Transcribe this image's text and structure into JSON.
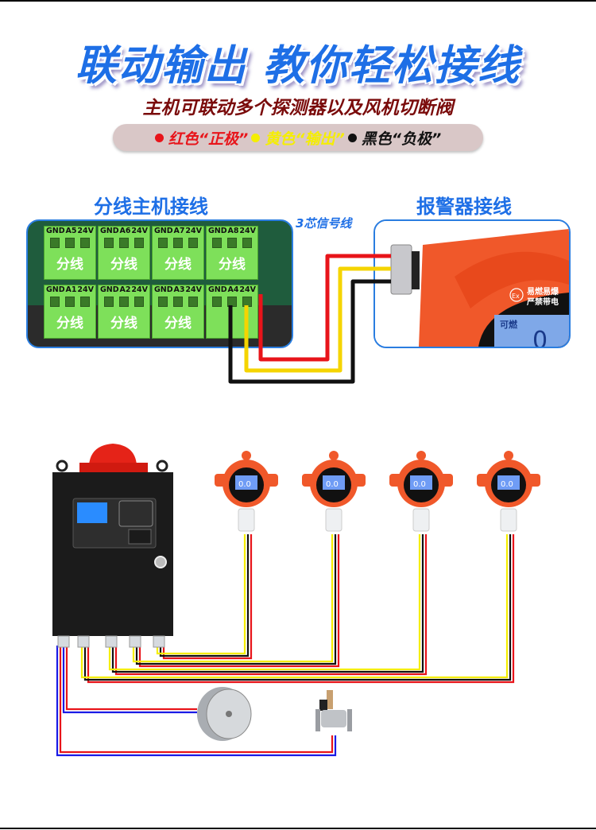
{
  "header": {
    "title": "联动输出 教你轻松接线",
    "subtitle": "主机可联动多个探测器以及风机切断阀",
    "legend": [
      {
        "label": "红色“正极”",
        "color": "#e8141a",
        "dot": "#e8141a"
      },
      {
        "label": "黄色“输出”",
        "color": "#f5ee00",
        "dot": "#f5ee00"
      },
      {
        "label": "黑色“负极”",
        "color": "#111111",
        "dot": "#111111"
      }
    ]
  },
  "wiring_section": {
    "host_title": "分线主机接线",
    "alarm_title": "报警器接线",
    "cable_label": "3芯信号线",
    "terminals_top": [
      {
        "pins": [
          "GND",
          "A5",
          "24V"
        ],
        "label": "分线"
      },
      {
        "pins": [
          "GND",
          "A6",
          "24V"
        ],
        "label": "分线"
      },
      {
        "pins": [
          "GND",
          "A7",
          "24V"
        ],
        "label": "分线"
      },
      {
        "pins": [
          "GND",
          "A8",
          "24V"
        ],
        "label": "分线"
      }
    ],
    "terminals_bottom": [
      {
        "pins": [
          "GND",
          "A1",
          "24V"
        ],
        "label": "分线"
      },
      {
        "pins": [
          "GND",
          "A2",
          "24V"
        ],
        "label": "分线"
      },
      {
        "pins": [
          "GND",
          "A3",
          "24V"
        ],
        "label": "分线"
      },
      {
        "pins": [
          "GND",
          "A4",
          "24V"
        ],
        "label": ""
      }
    ],
    "alarm_warning_line1": "易燃易爆",
    "alarm_warning_line2": "严禁带电",
    "alarm_ex_mark": "Ex",
    "alarm_screen_label": "可燃",
    "alarm_screen_value": "0"
  },
  "system_diagram": {
    "detector_reading": "0.0",
    "detector_count": 4,
    "devices": [
      "controller",
      "detector",
      "detector",
      "detector",
      "detector",
      "fan",
      "shutoff-valve"
    ]
  },
  "colors": {
    "accent": "#1e6fe6",
    "wire_red": "#e8141a",
    "wire_yellow": "#f5ee00",
    "wire_black": "#111111",
    "wire_blue": "#1a1ae6",
    "detector_orange": "#f0582a"
  }
}
